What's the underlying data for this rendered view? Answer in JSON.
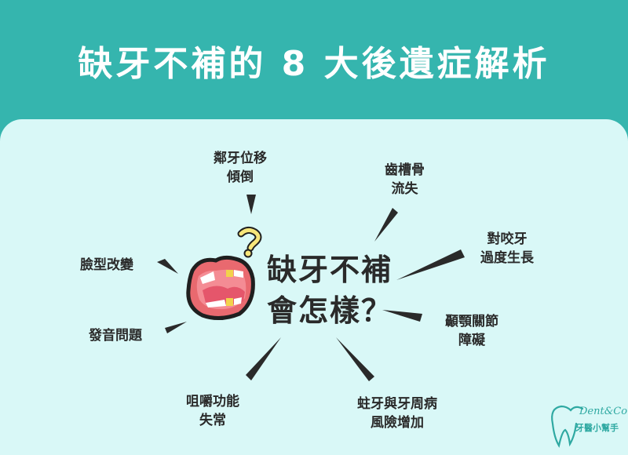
{
  "header": {
    "title": "缺牙不補的 8 大後遺症解析",
    "background_color": "#35B5AE"
  },
  "panel": {
    "background_color": "#D9F8F7"
  },
  "center": {
    "line1": "缺牙不補",
    "line2": "會怎樣？",
    "icon": "open-mouth-missing-tooth-icon",
    "question_icon": "question-mark-icon"
  },
  "consequences": [
    {
      "line1": "鄰牙位移",
      "line2": "傾倒"
    },
    {
      "line1": "齒槽骨",
      "line2": "流失"
    },
    {
      "line1": "對咬牙",
      "line2": "過度生長"
    },
    {
      "line1": "顳顎關節",
      "line2": "障礙"
    },
    {
      "line1": "蛀牙與牙周病",
      "line2": "風險增加"
    },
    {
      "line1": "咀嚼功能",
      "line2": "失常"
    },
    {
      "line1": "發音問題",
      "line2": ""
    },
    {
      "line1": "臉型改變",
      "line2": ""
    }
  ],
  "logo": {
    "brand_en": "Dent&Co",
    "brand_zh": "牙醫小幫手",
    "icon": "tooth-logo-icon",
    "color": "#2FA9A2"
  }
}
